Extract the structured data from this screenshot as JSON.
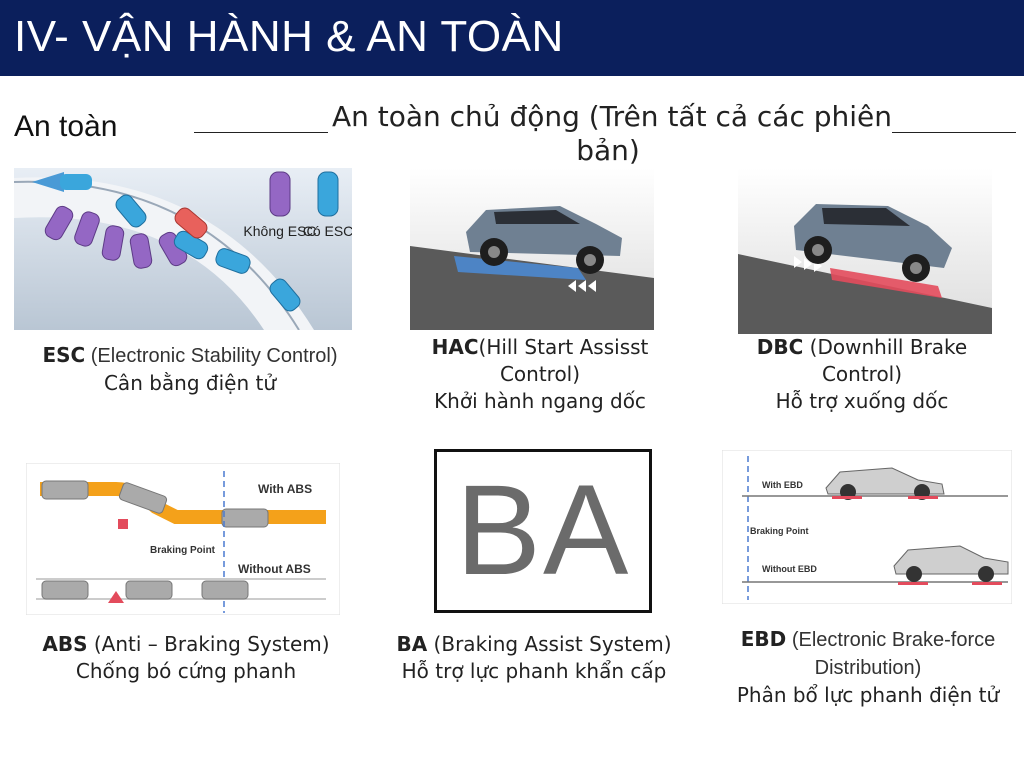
{
  "header": {
    "title": "IV- VẬN HÀNH & AN TOÀN",
    "bg_color": "#0b1f5c"
  },
  "section_label": "An toàn",
  "subtitle": "An toàn chủ động (Trên tất cả các phiên bản)",
  "features": [
    {
      "abbr": "ESC",
      "en_name": " (Electronic Stability Control)",
      "vn_name": "Cân bằng điện tử",
      "image_labels": {
        "without": "Không ESC",
        "with": "Có ESC"
      }
    },
    {
      "abbr": "HAC",
      "en_name": "(Hill Start Assisst Control)",
      "vn_name": "Khởi hành ngang dốc"
    },
    {
      "abbr": "DBC",
      "en_name": " (Downhill Brake Control)",
      "vn_name": "Hỗ trợ xuống dốc"
    },
    {
      "abbr": "ABS",
      "en_name": " (Anti – Braking System)",
      "vn_name": "Chống bó cứng phanh",
      "image_labels": {
        "with": "With ABS",
        "braking": "Braking Point",
        "without": "Without ABS"
      }
    },
    {
      "abbr": "BA",
      "en_name": " (Braking Assist System)",
      "vn_name": "Hỗ trợ lực phanh khẩn cấp",
      "image_text": "BA"
    },
    {
      "abbr": "EBD",
      "en_name": " (Electronic Brake-force Distribution)",
      "vn_name": "Phân bổ lực phanh điện tử",
      "image_labels": {
        "with": "With EBD",
        "braking": "Braking Point",
        "without": "Without EBD"
      }
    }
  ]
}
